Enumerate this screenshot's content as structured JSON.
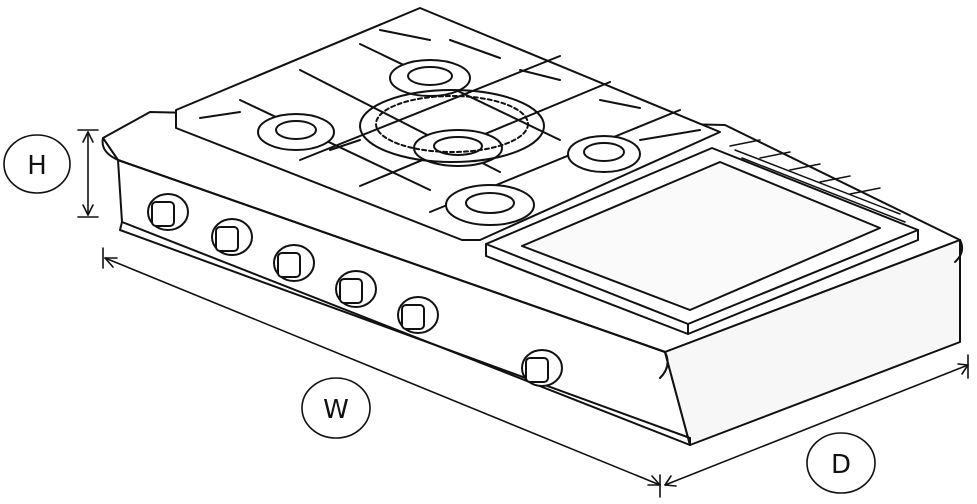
{
  "dimensions": {
    "height_label": "H",
    "width_label": "W",
    "depth_label": "D"
  },
  "appliance": {
    "burner_count": 5,
    "knob_count": 6,
    "griddle": true,
    "wok_ring": true
  },
  "colors": {
    "line": "#111111",
    "fill": "#ffffff",
    "shade": "#f2f2f2"
  }
}
